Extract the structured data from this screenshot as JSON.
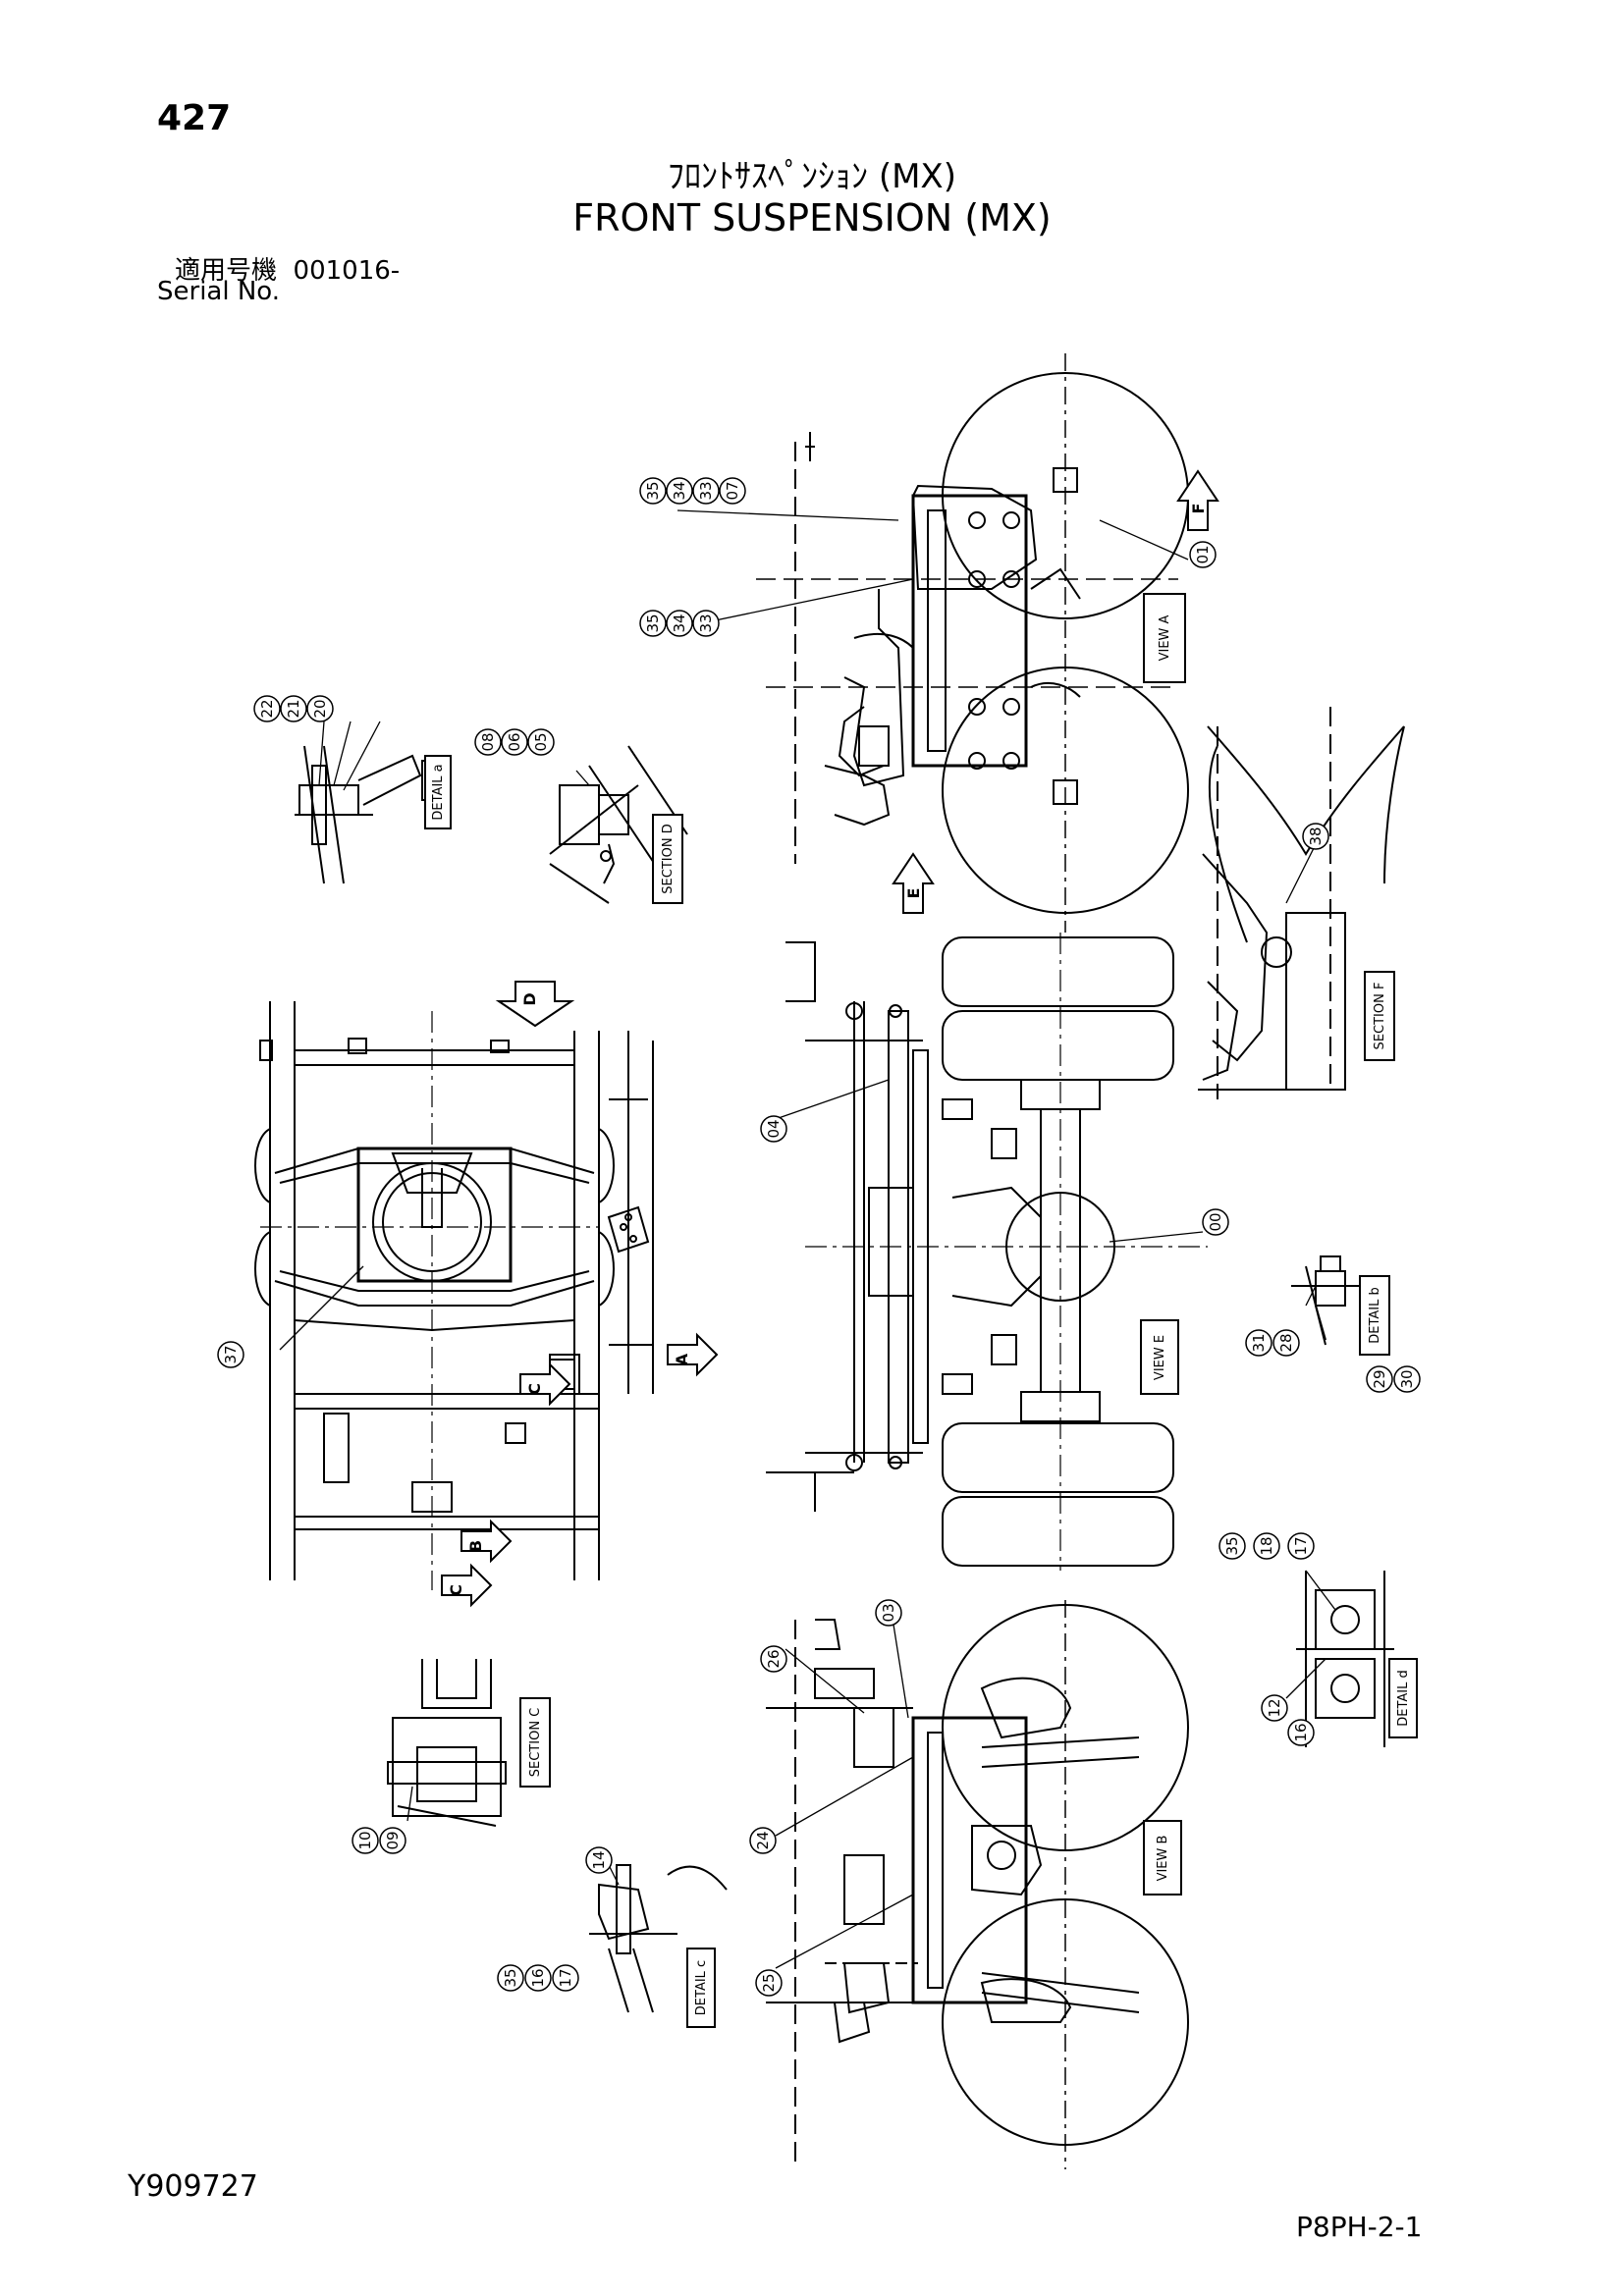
{
  "header": {
    "page_number": "427",
    "title_jp": "ﾌﾛﾝﾄｻｽﾍﾟﾝｼｮﾝ (MX)",
    "title_en": "FRONT SUSPENSION (MX)",
    "serial_label_jp": "適用号機",
    "serial_value": "001016-",
    "serial_label_en": "Serial No."
  },
  "footer": {
    "doc_id": "Y909727",
    "page_code": "P8PH-2-1"
  },
  "view_labels": {
    "view_a": "VIEW A",
    "view_b": "VIEW B",
    "view_e": "VIEW E",
    "section_c": "SECTION C",
    "section_d": "SECTION D",
    "section_f": "SECTION F",
    "detail_a": "DETAIL a",
    "detail_b": "DETAIL b",
    "detail_c": "DETAIL c",
    "detail_d": "DETAIL d"
  },
  "arrow_letters": {
    "a": "A",
    "b": "B",
    "c": "C",
    "d": "D",
    "e": "E",
    "f": "F"
  },
  "callouts": {
    "c00": "00",
    "c01": "01",
    "c03": "03",
    "c04": "04",
    "c05": "05",
    "c06": "06",
    "c07": "07",
    "c08": "08",
    "c09": "09",
    "c10": "10",
    "c12": "12",
    "c14": "14",
    "c16": "16",
    "c17": "17",
    "c18": "18",
    "c20": "20",
    "c21": "21",
    "c22": "22",
    "c24": "24",
    "c25": "25",
    "c26": "26",
    "c28": "28",
    "c29": "29",
    "c30": "30",
    "c31": "31",
    "c33": "33",
    "c34": "34",
    "c35": "35",
    "c37": "37",
    "c38": "38"
  }
}
